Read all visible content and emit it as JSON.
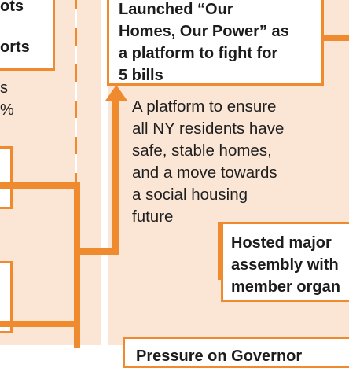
{
  "left_fragments": {
    "frag1": "ots",
    "frag2": "orts",
    "frag3": "s",
    "frag4": "%"
  },
  "boxes": {
    "launched": {
      "lines": [
        "Launched “Our",
        "Homes, Our Power” as",
        "a platform to fight for",
        "5 bills"
      ]
    },
    "hosted": {
      "lines": [
        "Hosted major",
        "assembly with",
        "member organ"
      ]
    },
    "pressure": {
      "lines": [
        "Pressure on Governor"
      ]
    }
  },
  "description": {
    "lines": [
      "A platform to ensure",
      "all NY residents have",
      "safe, stable homes,",
      "and a move towards",
      "a social housing",
      "future"
    ]
  },
  "colors": {
    "accent": "#ef8a2e",
    "band": "#fbe6d6"
  }
}
